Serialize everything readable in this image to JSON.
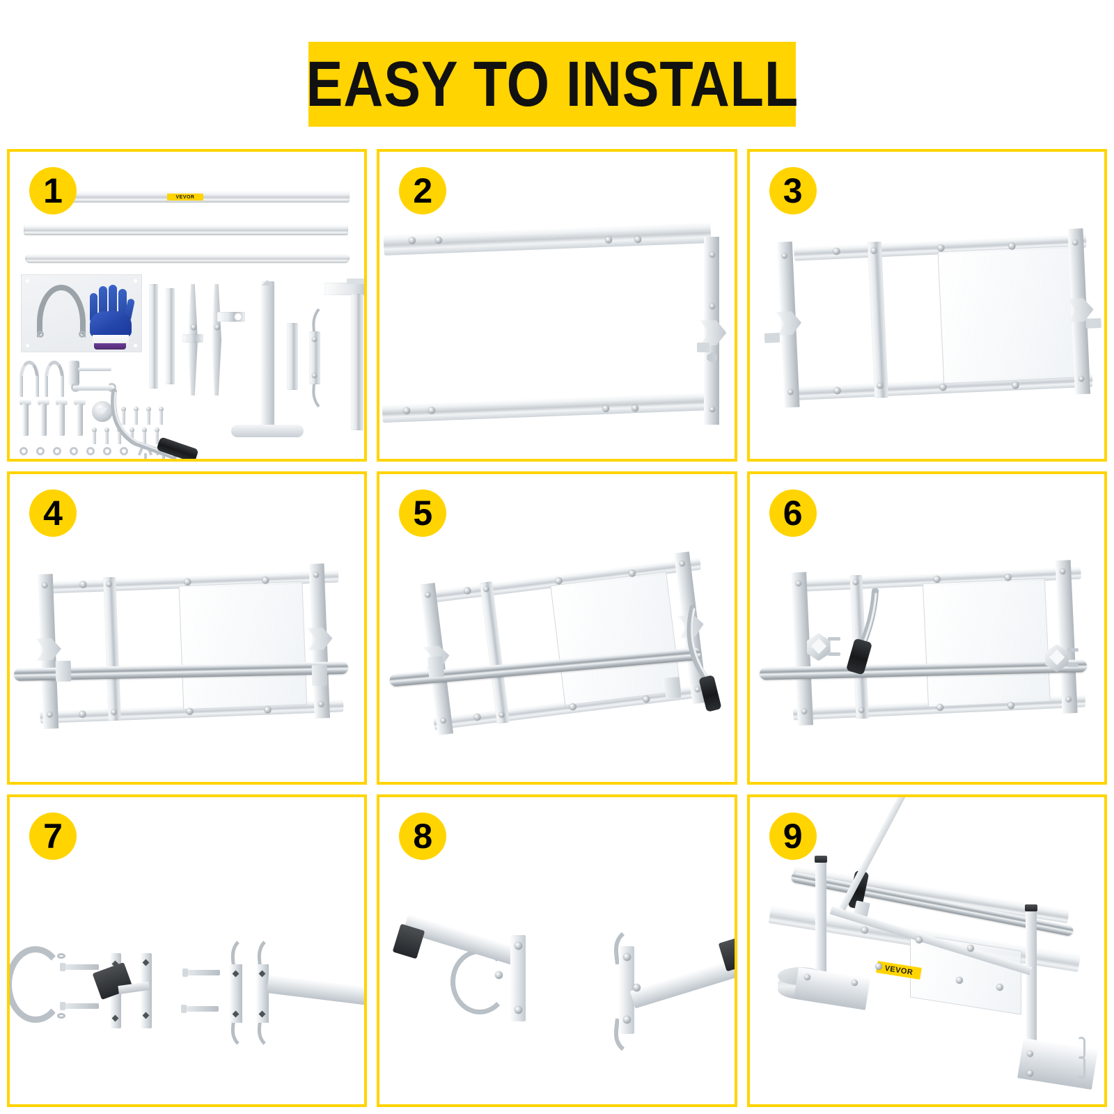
{
  "brand": {
    "name": "VEVOR",
    "accent_color": "#FFD400",
    "text_color": "#111111"
  },
  "header": {
    "title": "EASY TO INSTALL",
    "banner_bg": "#FFD400"
  },
  "steps": [
    {
      "number": "1",
      "name": "parts-overview",
      "parts": {
        "rails": [
          "rail-top",
          "rail-middle",
          "rail-bottom"
        ],
        "rail_label": "VEVOR",
        "card_items": [
          "metal-strap",
          "work-glove"
        ],
        "hardware": [
          "u-bolt",
          "u-bolt",
          "socket-wrench",
          "open-end-wrench",
          "long-bolt",
          "long-bolt",
          "long-bolt",
          "long-bolt",
          "retaining-clip",
          "screw-set",
          "washer-set",
          "y-bracket",
          "y-bracket"
        ],
        "components": [
          "flat-bar",
          "channel-bar",
          "angle-arm",
          "angle-arm",
          "vertical-post",
          "side-plate",
          "hook-plate",
          "t-bar",
          "curved-handle"
        ]
      }
    },
    {
      "number": "2",
      "name": "attach-end-bracket",
      "parts": {
        "rails": [
          "upper-rail",
          "lower-rail"
        ],
        "bracket": "end-bracket"
      }
    },
    {
      "number": "3",
      "name": "assemble-frame",
      "parts": {
        "brackets": [
          "left-end-bracket",
          "right-end-bracket"
        ],
        "crossbar": "center-crossbar",
        "panel": "acrylic-guide-panel"
      }
    },
    {
      "number": "4",
      "name": "install-guide-rod",
      "parts": {
        "rod": "chrome-guide-rod",
        "frame": "assembled-frame"
      }
    },
    {
      "number": "5",
      "name": "attach-handle",
      "parts": {
        "handle": "curved-handle-with-grip",
        "rod": "chrome-guide-rod"
      }
    },
    {
      "number": "6",
      "name": "mount-clamp-blocks",
      "parts": {
        "clamps": [
          "left-clamp-block",
          "right-clamp-block"
        ],
        "grip": "black-handle-grip"
      }
    },
    {
      "number": "7",
      "name": "handle-bracket-exploded",
      "parts": {
        "strap": "c-clamp-strap",
        "fasteners": [
          "bolt",
          "bolt",
          "bolt",
          "bolt"
        ],
        "brackets": [
          "mount-plate",
          "mount-plate"
        ],
        "arm": "square-tube-arm"
      }
    },
    {
      "number": "8",
      "name": "handle-bracket-assembled",
      "parts": {
        "views": [
          "front-view",
          "rear-view"
        ],
        "arm": "square-tube-arm",
        "cap": "end-cap"
      }
    },
    {
      "number": "9",
      "name": "final-assembly",
      "parts": {
        "label": "VEVOR",
        "collar": "round-collar-clamp",
        "handle": "black-handle-grip",
        "posts": [
          "left-post",
          "right-post"
        ],
        "clamp": "bar-clamp"
      }
    }
  ]
}
